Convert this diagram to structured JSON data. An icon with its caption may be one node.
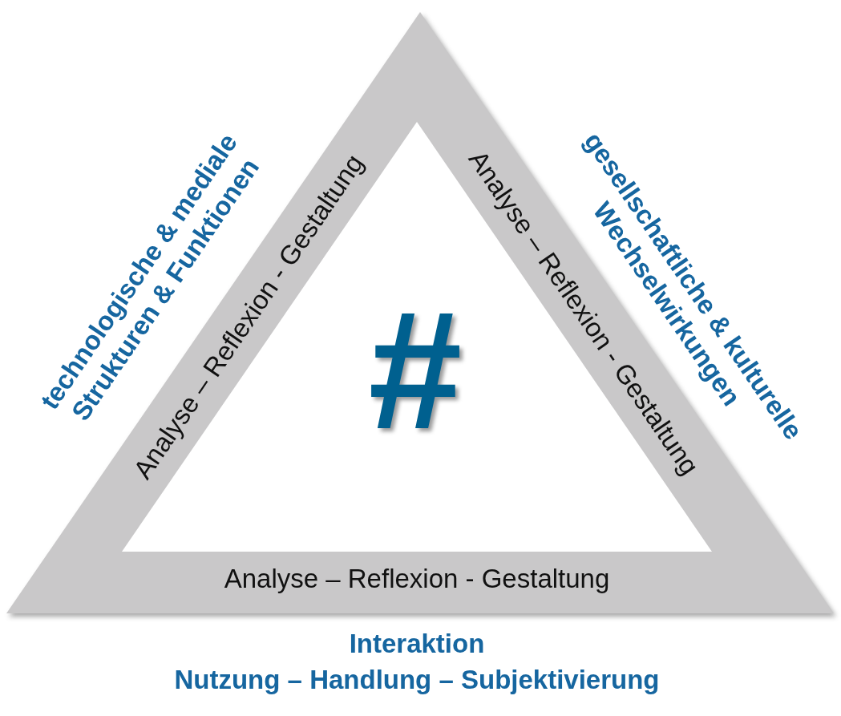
{
  "diagram": {
    "nodes": [
      {
        "text": [
          "Analyse – Reflexion - Gestaltung",
          "Analyse – Reflexion - Gestaltung",
          "Analyse – Reflexion - Gestaltung"
        ]
      },
      {
        "text": [
          "#"
        ],
        "in": 0
      }
    ],
    "edges": [],
    "labels": [
      "technologische & mediale Strukturen & Funktionen",
      "gesellschaftliche & kulturelle Wechselwirkungen",
      "Interaktion",
      "Nutzung – Handlung – Subjektivierung"
    ]
  }
}
